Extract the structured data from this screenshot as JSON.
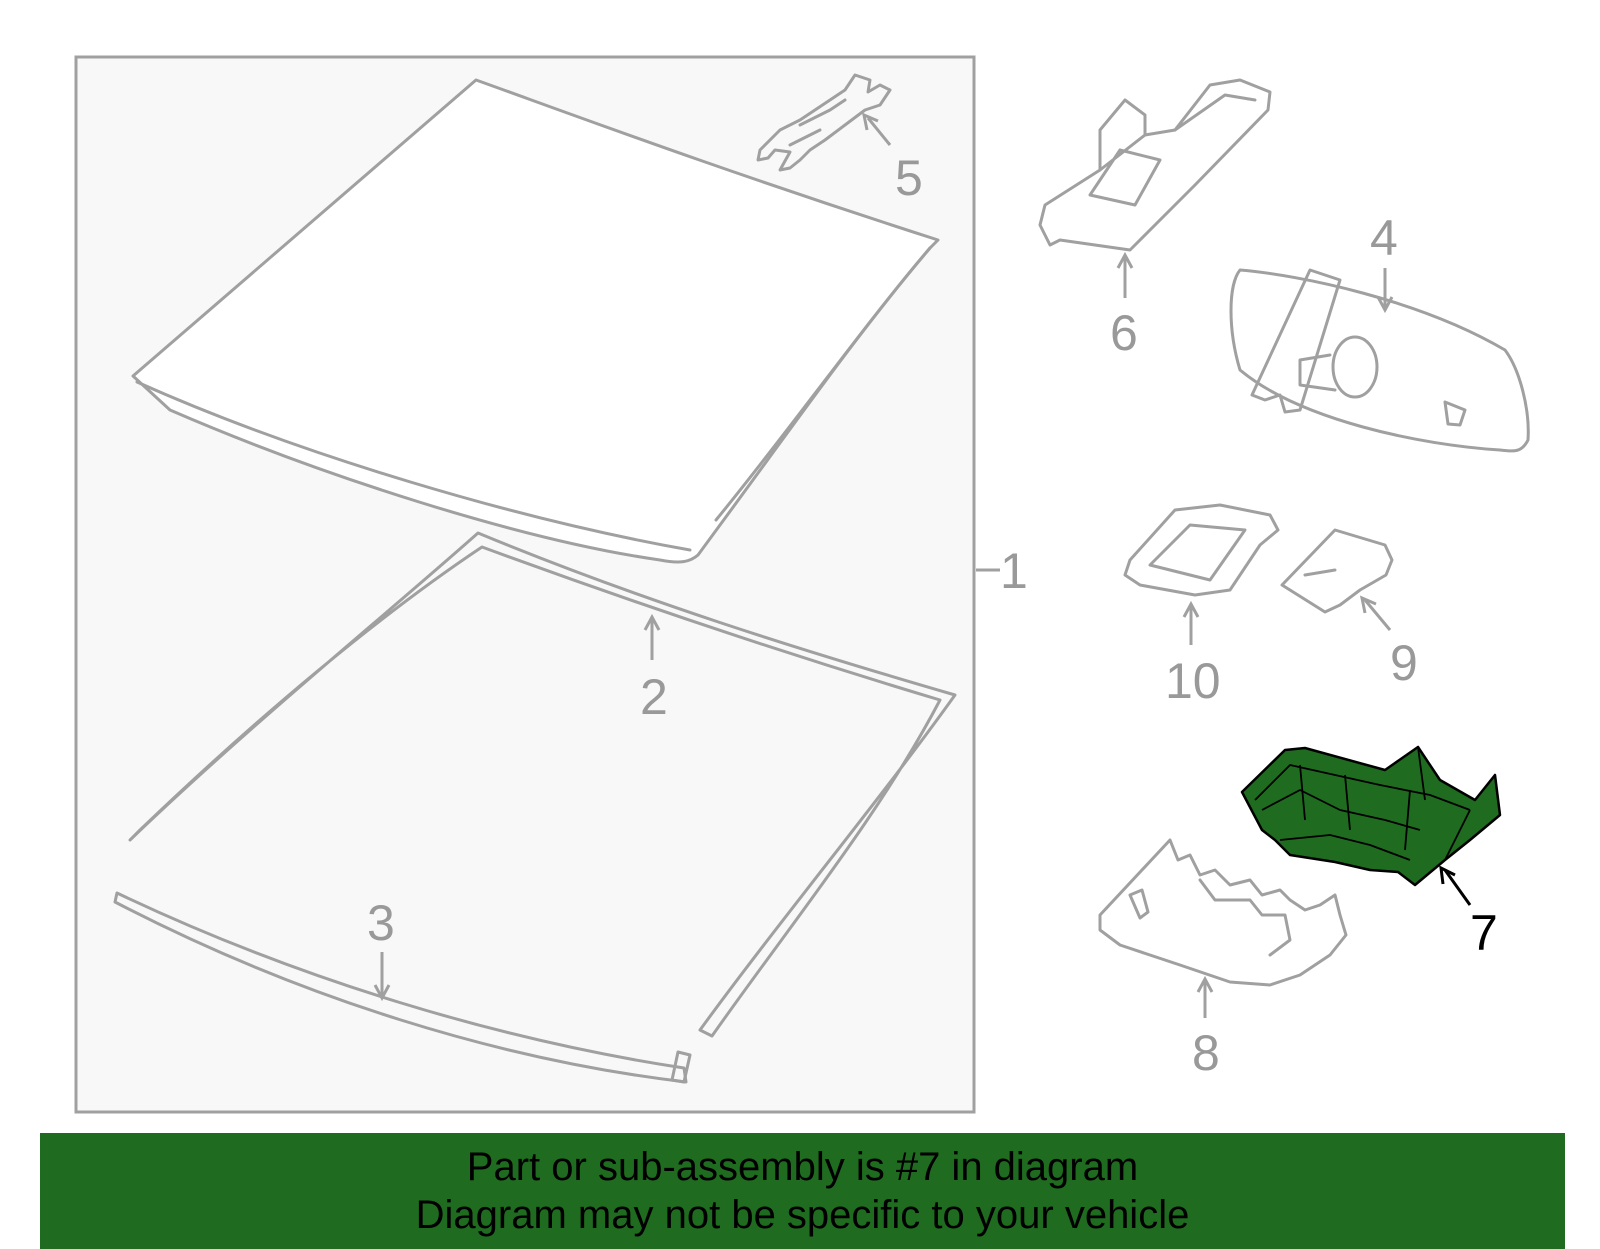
{
  "diagram": {
    "callouts": [
      {
        "label": "1"
      },
      {
        "label": "2"
      },
      {
        "label": "3"
      },
      {
        "label": "4"
      },
      {
        "label": "5"
      },
      {
        "label": "6"
      },
      {
        "label": "7"
      },
      {
        "label": "8"
      },
      {
        "label": "9"
      },
      {
        "label": "10"
      }
    ],
    "highlighted_part": "7",
    "colors": {
      "highlight": "#1f6b1f",
      "line": "#a0a0a0",
      "panel": "#f8f8f8",
      "banner": "#1f6b1f"
    }
  },
  "banner": {
    "line1": "Part or sub-assembly is #7 in diagram",
    "line2": "Diagram may not be specific to your vehicle"
  }
}
